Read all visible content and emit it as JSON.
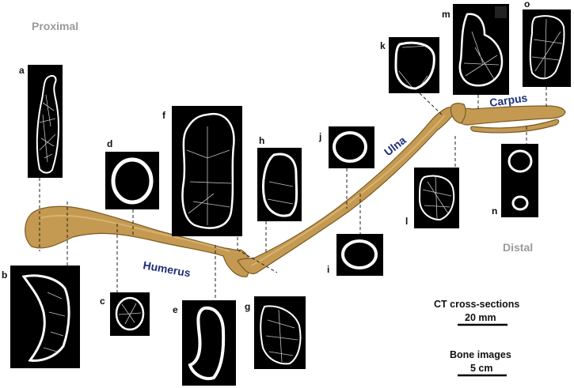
{
  "regions": {
    "proximal": "Proximal",
    "distal": "Distal"
  },
  "bones": {
    "humerus": "Humerus",
    "ulna": "Ulna",
    "carpus": "Carpus"
  },
  "panels": [
    "a",
    "b",
    "c",
    "d",
    "e",
    "f",
    "g",
    "h",
    "i",
    "j",
    "k",
    "l",
    "m",
    "n",
    "o"
  ],
  "scale_bars": {
    "ct_title": "CT cross-sections",
    "ct_length": "20 mm",
    "bone_title": "Bone images",
    "bone_length": "5 cm"
  },
  "colors": {
    "bone": "#c49a52",
    "region_label": "#9a9a9a",
    "bone_label": "#1f2f78",
    "section_background": "#000000"
  }
}
